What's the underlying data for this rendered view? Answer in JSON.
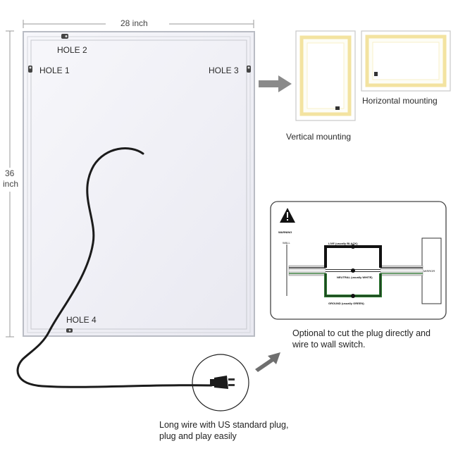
{
  "dimensions": {
    "width_label": "28 inch",
    "height_label_line1": "36",
    "height_label_line2": "inch"
  },
  "holes": {
    "hole1": "HOLE 1",
    "hole2": "HOLE 2",
    "hole3": "HOLE 3",
    "hole4": "HOLE 4"
  },
  "mounting": {
    "vertical_label": "Vertical mounting",
    "horizontal_label": "Horizontal mounting"
  },
  "wiring": {
    "warning_label": "WARNING",
    "wall_label": "WALL",
    "mirror_label": "MIRROR",
    "live_label": "LIVE (usually BLACK)",
    "neutral_label": "NEUTRAL (usually WHITE)",
    "ground_label": "GROUND (usually GREEN)",
    "wire_colors": {
      "live": "#111111",
      "neutral": "#ffffff",
      "ground": "#2e7d32"
    }
  },
  "notes": {
    "switch_note_line1": "Optional to cut the plug directly and",
    "switch_note_line2": "wire to wall switch.",
    "plug_note_line1": "Long wire with US standard plug,",
    "plug_note_line2": "plug and play easily"
  },
  "icons": [
    "screw-hole-icon",
    "arrow-right-icon",
    "warning-icon",
    "us-plug-icon",
    "light-switch-icon"
  ]
}
